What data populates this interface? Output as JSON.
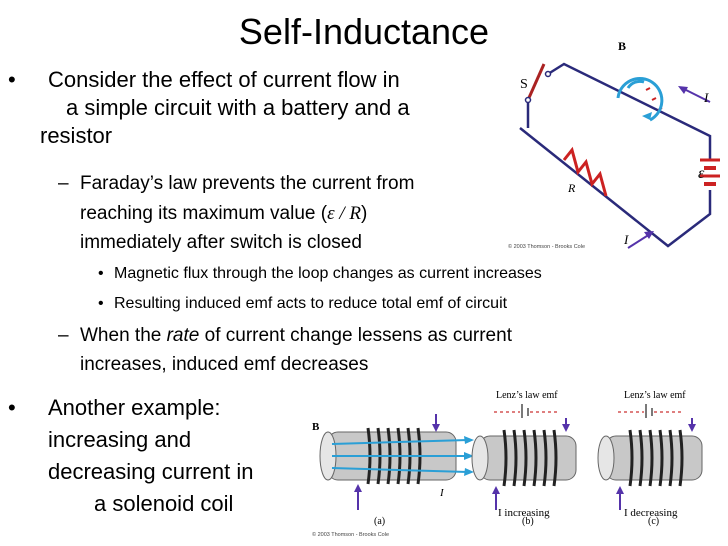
{
  "title": "Self-Inductance",
  "bullets": {
    "b1": {
      "line1": "Consider the effect of current flow in",
      "line2": "a simple circuit with a battery and a",
      "line3": "resistor"
    },
    "b1_sub1": {
      "line1": "Faraday’s law prevents the current from",
      "line2_pre": "reaching its maximum value (",
      "line2_math": "ε / R",
      "line2_post": ")",
      "line3": "immediately after switch is closed"
    },
    "b1_sub1_items": [
      "Magnetic flux through the loop changes as current increases",
      "Resulting induced emf acts to reduce total emf of circuit"
    ],
    "b1_sub2": {
      "line1_pre": "When the ",
      "line1_em": "rate",
      "line1_post": " of current change lessens as current",
      "line2": "increases, induced emf decreases"
    },
    "b2": {
      "line1": "Another example:",
      "line2": "increasing and",
      "line3": "decreasing current in",
      "line4": "a solenoid coil"
    }
  },
  "circuit": {
    "label_B": "B",
    "label_S": "S",
    "label_I_top": "I",
    "label_I_bottom": "I",
    "label_R": "R",
    "label_emf": "ε",
    "copyright": "© 2003 Thomson - Brooks Cole"
  },
  "solenoids": {
    "label_B": "B",
    "label_I_a": "I",
    "caption_b": "I increasing",
    "caption_c": "I decreasing",
    "lenz_b": "Lenz’s law emf",
    "lenz_c": "Lenz’s law emf",
    "panel_a": "(a)",
    "panel_b": "(b)",
    "panel_c": "(c)",
    "copyright": "© 2003 Thomson - Brooks Cole"
  },
  "colors": {
    "wire": "#2a2a7a",
    "resistor": "#cc2222",
    "current_arrow": "#5533aa",
    "field_arrow": "#2a9fd6",
    "lenz_dash": "#cc3333"
  }
}
